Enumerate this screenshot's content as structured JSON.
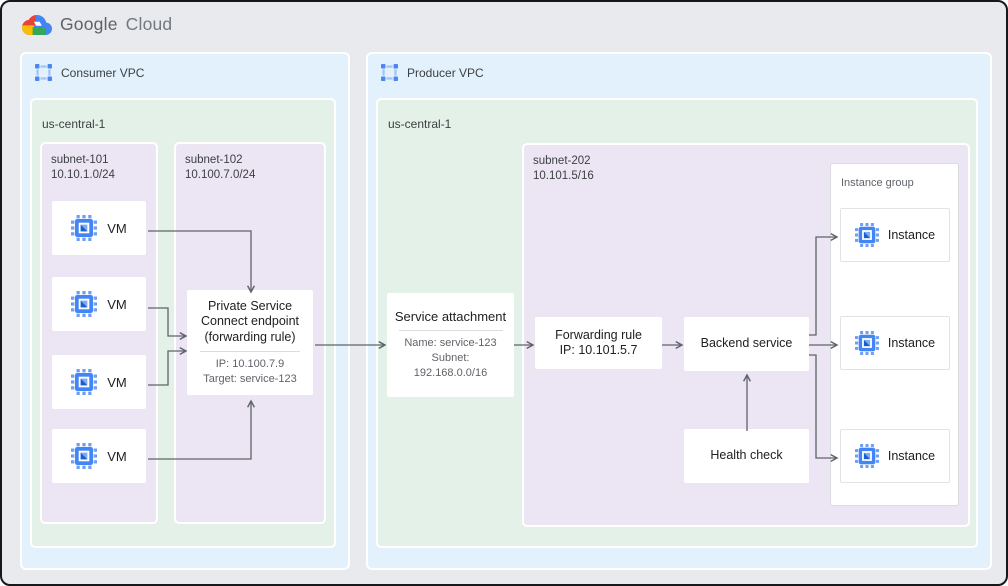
{
  "logo": {
    "google": "Google",
    "cloud": "Cloud"
  },
  "consumer_vpc": {
    "label": "Consumer VPC",
    "region": {
      "label": "us-central-1"
    },
    "subnet_101": {
      "name": "subnet-101",
      "cidr": "10.10.1.0/24"
    },
    "subnet_102": {
      "name": "subnet-102",
      "cidr": "10.100.7.0/24"
    },
    "vms": [
      "VM",
      "VM",
      "VM",
      "VM"
    ],
    "psc_endpoint": {
      "title_line1": "Private Service",
      "title_line2": "Connect endpoint",
      "title_line3": "(forwarding rule)",
      "ip": "IP: 10.100.7.9",
      "target": "Target: service-123"
    }
  },
  "producer_vpc": {
    "label": "Producer VPC",
    "region": {
      "label": "us-central-1"
    },
    "service_attachment": {
      "title": "Service attachment",
      "name": "Name: service-123",
      "subnet_label": "Subnet:",
      "subnet_cidr": "192.168.0.0/16"
    },
    "subnet_202": {
      "name": "subnet-202",
      "cidr": "10.101.5/16"
    },
    "forwarding_rule": {
      "title": "Forwarding rule",
      "ip": "IP: 10.101.5.7"
    },
    "backend_service": {
      "label": "Backend service"
    },
    "health_check": {
      "label": "Health check"
    },
    "instance_group": {
      "label": "Instance group",
      "instances": [
        "Instance",
        "Instance",
        "Instance"
      ]
    }
  },
  "colors": {
    "vpc_bg": "#E2F1FC",
    "region_bg": "#E4F1E8",
    "subnet_bg": "#ECE5F4",
    "canvas_bg": "#E9EAED",
    "icon_blue": "#4285F4",
    "arrow_gray": "#5F6368",
    "logo_red": "#EA4335",
    "logo_yellow": "#FBBC05",
    "logo_green": "#34A853",
    "logo_blue": "#4285F4"
  }
}
